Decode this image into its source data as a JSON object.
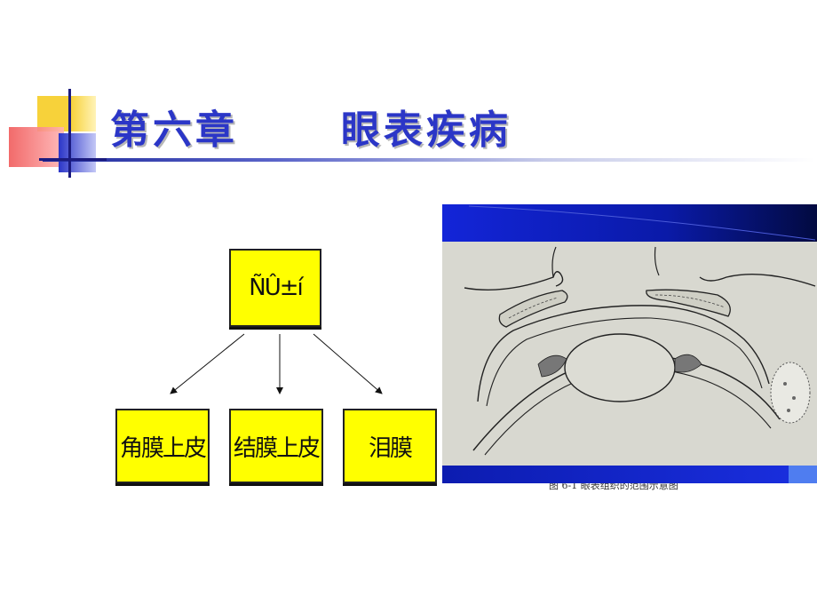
{
  "slide": {
    "title": "第六章      眼表疾病"
  },
  "diagram": {
    "root": "ÑÛ±í",
    "children": [
      "角膜上皮",
      "结膜上皮",
      "泪膜"
    ]
  },
  "figure": {
    "caption": "图 6-1   眼表组织的范围示意图"
  },
  "colors": {
    "title": "#2b36c7",
    "box_fill": "#ffff00",
    "panel_blue": "#1325d8"
  }
}
